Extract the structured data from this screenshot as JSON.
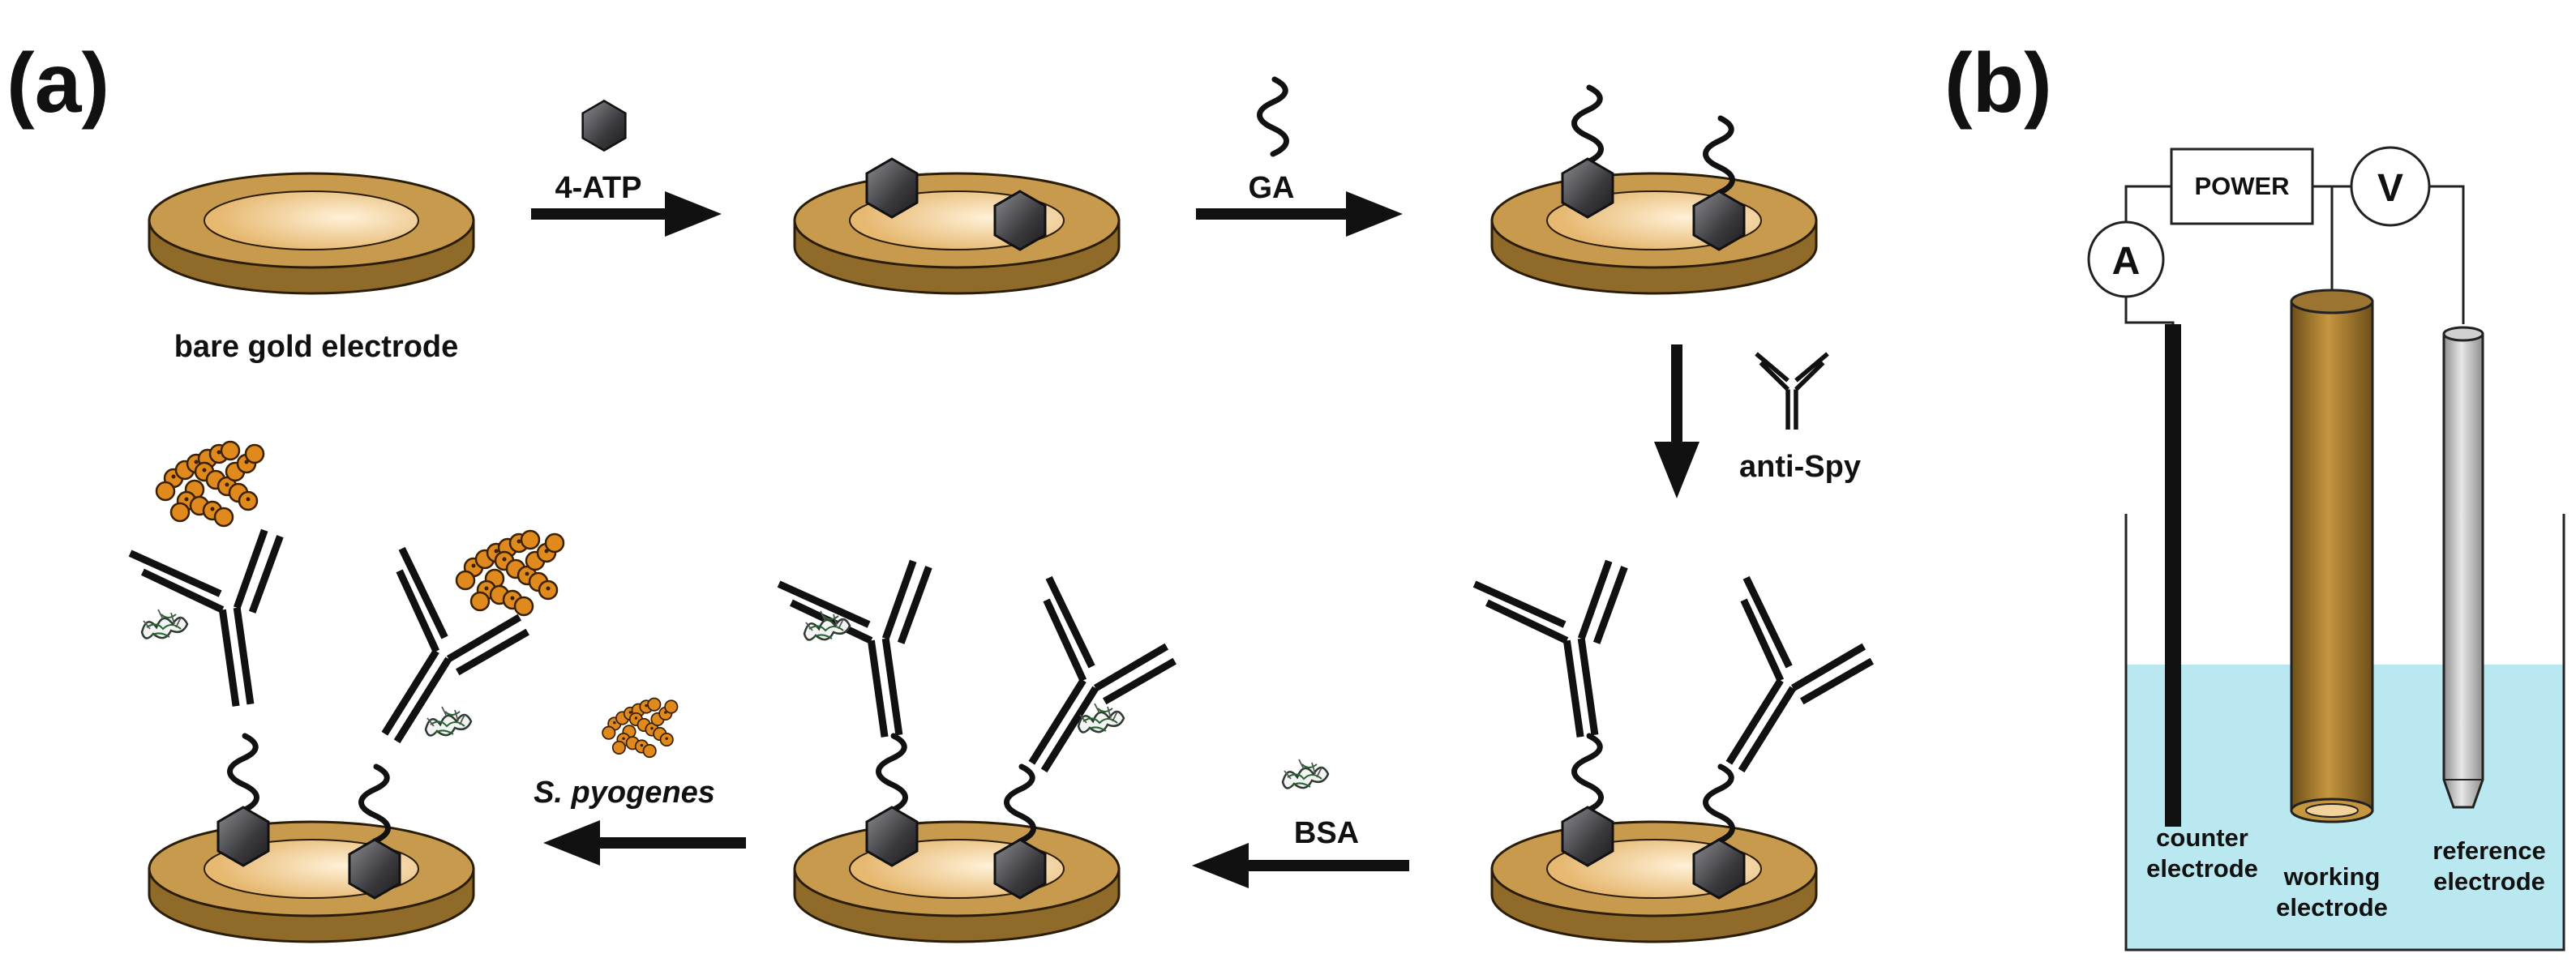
{
  "panels": {
    "a": "(a)",
    "b": "(b)"
  },
  "steps": {
    "atp": "4-ATP",
    "ga": "GA",
    "anti_spy": "anti-Spy",
    "bsa": "BSA",
    "spyogenes": "S. pyogenes"
  },
  "electrode_caption": "bare gold electrode",
  "circuit": {
    "power": "POWER",
    "voltmeter": "V",
    "ammeter": "A"
  },
  "cell_labels": {
    "counter_1": "counter",
    "counter_2": "electrode",
    "working_1": "working",
    "working_2": "electrode",
    "reference_1": "reference",
    "reference_2": "electrode"
  },
  "colors": {
    "gold_side": "#8f6a28",
    "gold_top": "#c79a4e",
    "gold_inner": "#efc98d",
    "hexagon": "#4a4a4e",
    "bacteria": "#e08a1e",
    "electrolyte": "#b9e8f0",
    "reference_gray": "#b8b8b8"
  }
}
